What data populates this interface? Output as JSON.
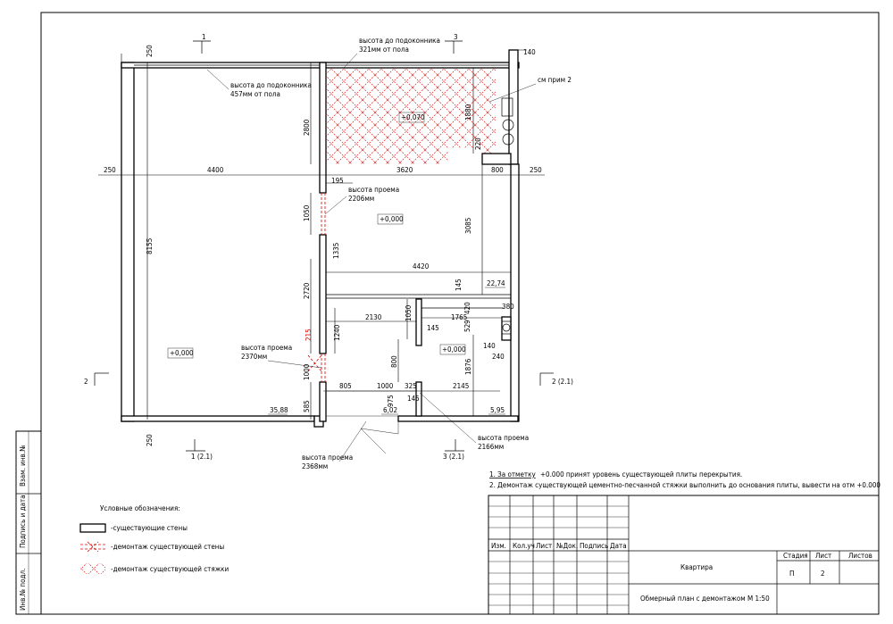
{
  "plan": {
    "dims": {
      "d250_top": "250",
      "d250_left": "250",
      "d250_right": "250",
      "d250_bottom": "250",
      "d140_top": "140",
      "d4400": "4400",
      "d3620": "3620",
      "d800_right": "800",
      "d2800": "2800",
      "d1880": "1880",
      "d220": "220",
      "d195": "195",
      "d1050_a": "1050",
      "d3085": "3085",
      "d8155": "8155",
      "d1335": "1335",
      "d4420": "4420",
      "d2720": "2720",
      "d145_a": "145",
      "d2130": "2130",
      "d1050_b": "1050",
      "d420": "420",
      "d380": "380",
      "d1765": "1765",
      "d529": "529",
      "d145_b": "145",
      "d1240": "1240",
      "d215": "215",
      "d140_b": "140",
      "d240": "240",
      "d800_mid": "800",
      "d1876": "1876",
      "d1000_v": "1000",
      "d805": "805",
      "d1000_h": "1000",
      "d325": "325",
      "d975": "975",
      "d145_c": "145",
      "d2145": "2145",
      "d585": "585"
    },
    "levels": {
      "balcony": "+0,070",
      "hall": "+0,000",
      "big_room": "+0,000",
      "bath": "+0,000"
    },
    "areas": {
      "a2274": "22,74",
      "a3588": "35,88",
      "a602": "6,02",
      "a595": "5,95"
    },
    "notes": {
      "sill_top_label": "высота до подоконника",
      "sill_top_value": "321мм от пола",
      "sill_left_label": "высота до подоконника",
      "sill_left_value": "457мм от пола",
      "see_note": "см прим 2",
      "opening1_label": "высота проема",
      "opening1_value": "2206мм",
      "opening2_label": "высота проема",
      "opening2_value": "2370мм",
      "opening3_label": "высота проема",
      "opening3_value": "2166мм",
      "opening4_label": "высота проема",
      "opening4_value": "2368мм"
    },
    "sections": {
      "s1_top": "1",
      "s3_top": "3",
      "s2_left": "2",
      "s2_right": "2 (2.1)",
      "s1_bottom": "1 (2.1)",
      "s3_bottom": "3 (2.1)"
    }
  },
  "remarks": {
    "r1_prefix": "1. За отметку",
    "r1_rest": "+0.000 принят уровень существующей плиты перекрытия.",
    "r2": "2. Демонтаж существующей цементно-песчанной стяжки выполнить до основания плиты, вывести на отм   +0.000"
  },
  "legend": {
    "title": "Условные обозначения:",
    "existing": "-существующие стены",
    "demolition": "-демонтаж существующей стены",
    "screed": "-демонтаж существующей стяжки"
  },
  "side_stamps": {
    "s1": "Взам. инв.№",
    "s2": "Подпись и дата",
    "s3": "Инв.№ подл."
  },
  "title_block": {
    "col_izm": "Изм.",
    "col_kol": "Кол.уч",
    "col_list": "Лист",
    "col_doc": "№Док.",
    "col_sign": "Подпись",
    "col_date": "Дата",
    "project": "Квартира",
    "sheet_title": "Обмерный план с демонтажом М 1:50",
    "stage_label": "Стадия",
    "sheet_label": "Лист",
    "sheets_label": "Листов",
    "stage": "П",
    "sheet": "2",
    "sheets": ""
  },
  "colors": {
    "demolition": "#d00000",
    "lines": "#000000"
  }
}
